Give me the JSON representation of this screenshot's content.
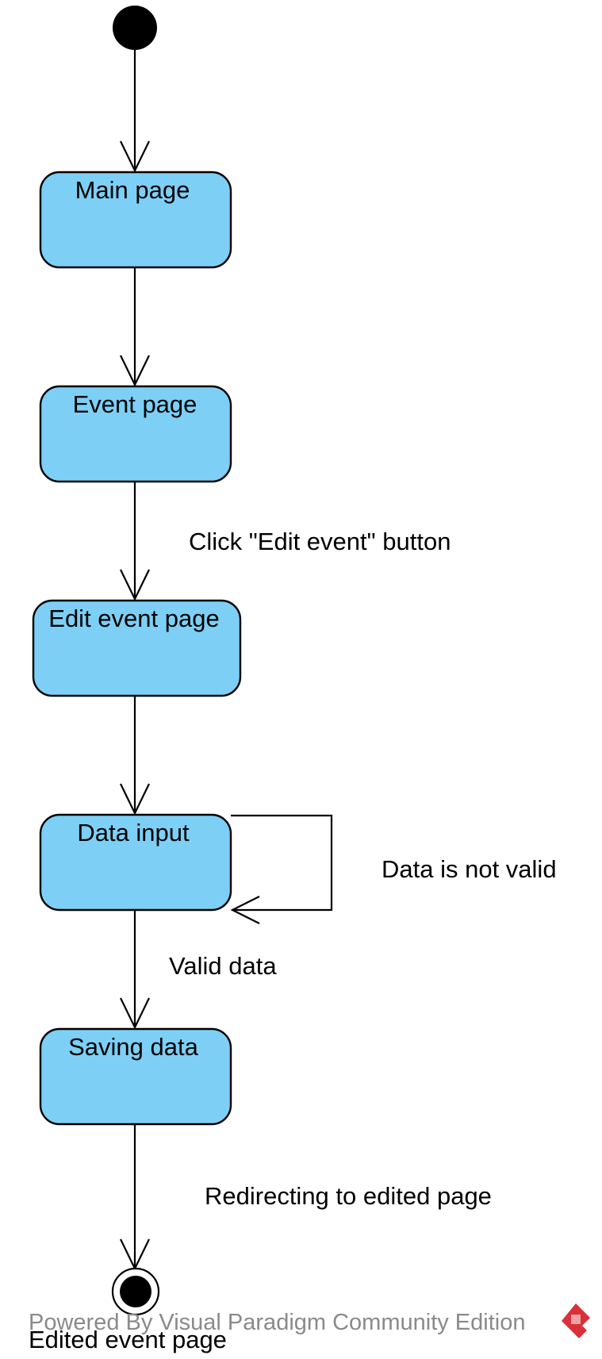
{
  "diagram": {
    "type": "state-machine",
    "states": [
      {
        "id": "main",
        "label": "Main page"
      },
      {
        "id": "event",
        "label": "Event page"
      },
      {
        "id": "edit",
        "label": "Edit event page"
      },
      {
        "id": "input",
        "label": "Data input"
      },
      {
        "id": "saving",
        "label": "Saving data"
      }
    ],
    "transitions": [
      {
        "from": "initial",
        "to": "main",
        "label": ""
      },
      {
        "from": "main",
        "to": "event",
        "label": ""
      },
      {
        "from": "event",
        "to": "edit",
        "label": "Click \"Edit event\" button"
      },
      {
        "from": "edit",
        "to": "input",
        "label": ""
      },
      {
        "from": "input",
        "to": "input",
        "label": "Data is not valid"
      },
      {
        "from": "input",
        "to": "saving",
        "label": "Valid data"
      },
      {
        "from": "saving",
        "to": "final",
        "label": "Redirecting to edited page"
      }
    ],
    "final_state_label": "Edited event page",
    "watermark": "Powered By  Visual Paradigm Community Edition",
    "colors": {
      "state_fill": "#7dcff5",
      "stroke": "#000000",
      "watermark_text": "#8a8a8a",
      "logo": "#d8313a"
    }
  }
}
